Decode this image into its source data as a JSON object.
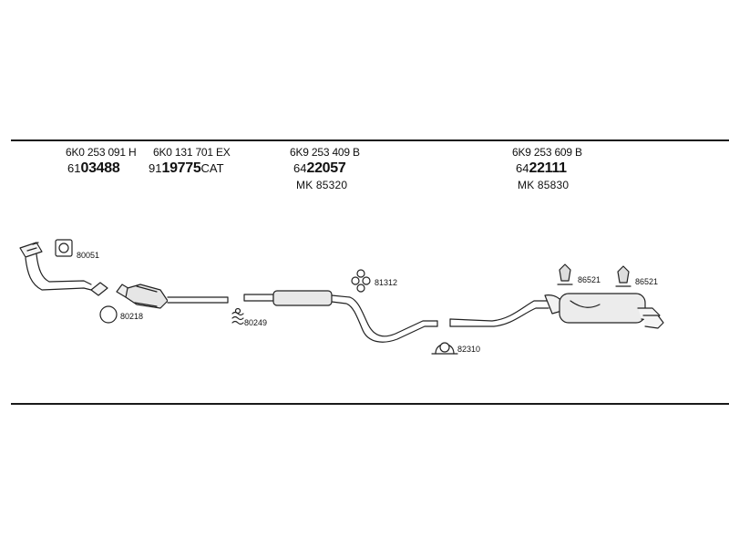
{
  "groups": [
    {
      "oe": "6K0 253 091 H",
      "pn_prefix": "61",
      "pn_main": "03488",
      "pn_suffix": ""
    },
    {
      "oe": "6K0 131 701 EX",
      "pn_prefix": "91",
      "pn_main": "19775",
      "pn_suffix": "CAT"
    },
    {
      "oe": "6K9 253 409 B",
      "pn_prefix": "64",
      "pn_main": "22057",
      "pn_suffix": "",
      "mk": "MK  85320"
    },
    {
      "oe": "6K9 253 609 B",
      "pn_prefix": "64",
      "pn_main": "22111",
      "pn_suffix": "",
      "mk": "MK  85830"
    }
  ],
  "accessories": [
    {
      "code": "80051",
      "icon": "gasket-icon"
    },
    {
      "code": "80218",
      "icon": "ring-gasket-icon"
    },
    {
      "code": "80249",
      "icon": "bolt-spring-icon"
    },
    {
      "code": "81312",
      "icon": "rubber-mount-icon"
    },
    {
      "code": "82310",
      "icon": "clamp-icon"
    },
    {
      "code": "86521",
      "icon": "hanger-icon"
    },
    {
      "code": "86521",
      "icon": "hanger-icon"
    }
  ]
}
